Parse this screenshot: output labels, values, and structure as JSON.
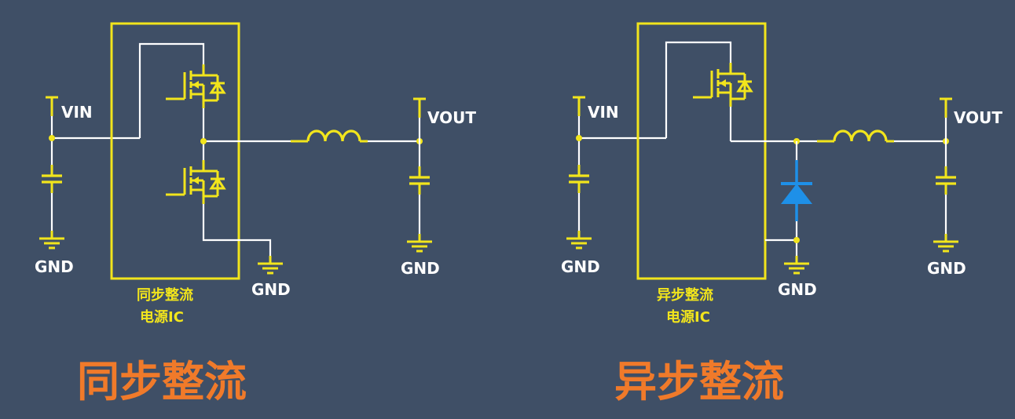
{
  "left": {
    "vin_label": "VIN",
    "vout_label": "VOUT",
    "gnd_in_label": "GND",
    "gnd_ic_label": "GND",
    "gnd_out_label": "GND",
    "ic_label_line1": "同步整流",
    "ic_label_line2": "电源IC",
    "title": "同步整流"
  },
  "right": {
    "vin_label": "VIN",
    "vout_label": "VOUT",
    "gnd_in_label": "GND",
    "gnd_diode_label": "GND",
    "gnd_out_label": "GND",
    "ic_label_line1": "异步整流",
    "ic_label_line2": "电源IC",
    "title": "异步整流"
  },
  "colors": {
    "background": "#3f4f66",
    "wire": "#ffffff",
    "component": "#f2e51c",
    "diode": "#1e90e8",
    "title": "#f07a2a"
  }
}
